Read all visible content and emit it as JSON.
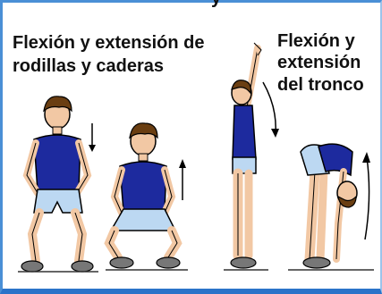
{
  "top_fragment": "y",
  "caption_left": {
    "line1": "Flexión y extensión de",
    "line2": "rodillas y caderas"
  },
  "caption_right": {
    "line1": "Flexión y",
    "line2": "extensión",
    "line3": "del tronco"
  },
  "colors": {
    "shirt": "#1d2a9e",
    "shorts": "#bcd8f2",
    "skin": "#f2c8a4",
    "hair": "#6a3e12",
    "shoes": "#777777",
    "frame": "#2b73c9"
  }
}
